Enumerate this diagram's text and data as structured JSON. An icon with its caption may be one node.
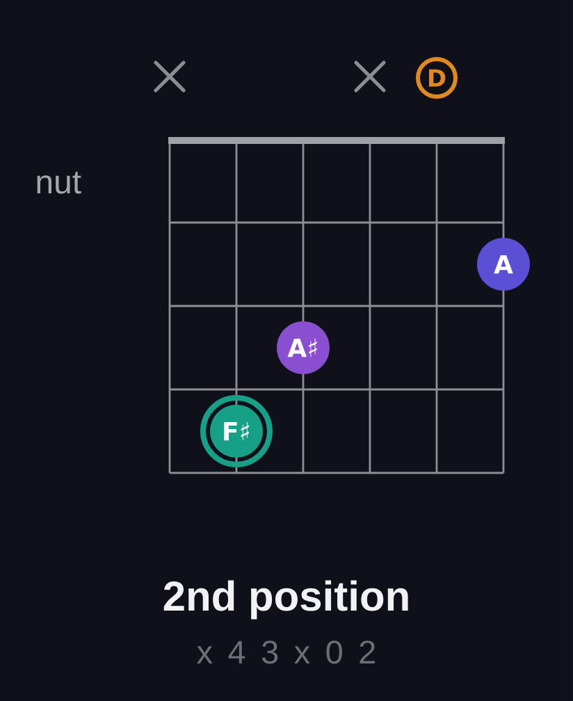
{
  "diagram": {
    "title": "2nd position",
    "nodes": [
      {
        "text": [
          "D"
        ]
      },
      {
        "text": [
          "A"
        ]
      },
      {
        "text": [
          "A♯"
        ]
      },
      {
        "text": [
          "F♯"
        ]
      }
    ],
    "labels": [
      "nut",
      "x 4 3 x 0 2"
    ]
  }
}
